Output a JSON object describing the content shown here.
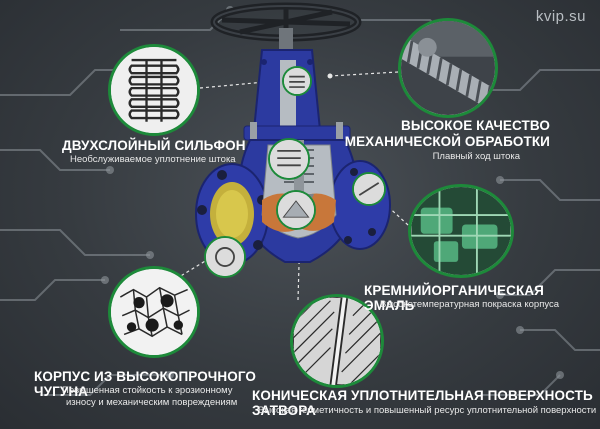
{
  "watermark": "kvip.su",
  "callouts": {
    "bellows": {
      "title": "ДВУХСЛОЙНЫЙ СИЛЬФОН",
      "subtitle": "Необслуживаемое уплотнение штока"
    },
    "machining": {
      "title_line1": "ВЫСОКОЕ КАЧЕСТВО",
      "title_line2": "МЕХАНИЧЕСКОЙ ОБРАБОТКИ",
      "subtitle": "Плавный ход штока"
    },
    "enamel": {
      "title": "КРЕМНИЙОРГАНИЧЕСКАЯ ЭМАЛЬ",
      "subtitle": "Высокотемпературная покраска корпуса"
    },
    "body": {
      "title": "КОРПУС ИЗ ВЫСОКОПРОЧНОГО ЧУГУНА",
      "subtitle_line1": "Повышенная стойкость к эрозионному",
      "subtitle_line2": "износу и механическим повреждениям"
    },
    "seal": {
      "title": "КОНИЧЕСКАЯ УПЛОТНИТЕЛЬНАЯ ПОВЕРХНОСТЬ ЗАТВОРА",
      "subtitle": "Высокая герметичность и повышенный ресурс уплотнительной поверхности"
    }
  },
  "colors": {
    "accent_green": "#1d8a3a",
    "valve_blue": "#2c3aa0",
    "copper": "#c8773a",
    "background": "#363b40"
  }
}
